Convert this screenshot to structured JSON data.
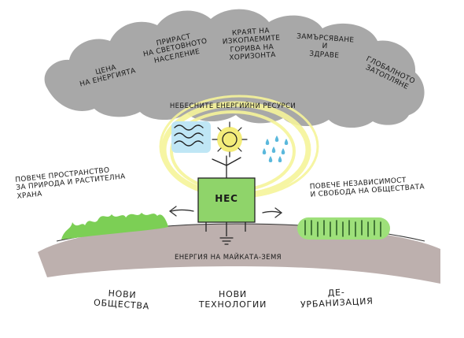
{
  "cloud": {
    "items": [
      "ЦЕНА\nНА ЕНЕРГИЯТА",
      "ПРИРАСТ\nНА СВЕТОВНОТО\nНАСЕЛЕНИЕ",
      "КРАЯТ НА\nИЗКОПАЕМИТЕ\nГОРИВА НА\nХОРИЗОНТА",
      "ЗАМЪРСЯВАНЕ\nИ\nЗДРАВЕ",
      "ГЛОБАЛНОТО\nЗАТОПЛЯНЕ"
    ]
  },
  "resources": {
    "label": "НЕБЕСНИТЕ ЕНЕРГИЙНИ РЕСУРСИ"
  },
  "box": {
    "label": "НЕС"
  },
  "left_note": "ПОВЕЧЕ ПРОСТРАНСТВО\nЗА ПРИРОДА И РАСТИТЕЛНА\nХРАНА",
  "right_note": "ПОВЕЧЕ НЕЗАВИСИМОСТ\nИ СВОБОДА НА ОБЩЕСТВАТА",
  "earth_label": "ЕНЕРГИЯ НА МАЙКАТА-ЗЕМЯ",
  "bottom": {
    "left": "НОВИ\nОБЩЕСТВА",
    "center": "НОВИ\nТЕХНОЛОГИИ",
    "right": "ДЕ-\nУРБАНИЗАЦИЯ"
  },
  "colors": {
    "cloud": "#a8a8a8",
    "ground": "#bdb0ae",
    "box": "#8fd46a",
    "grass": "#7ccf55",
    "glow": "#f6f49a",
    "sun": "#f3ec7a",
    "water": "#5ab8dc"
  }
}
